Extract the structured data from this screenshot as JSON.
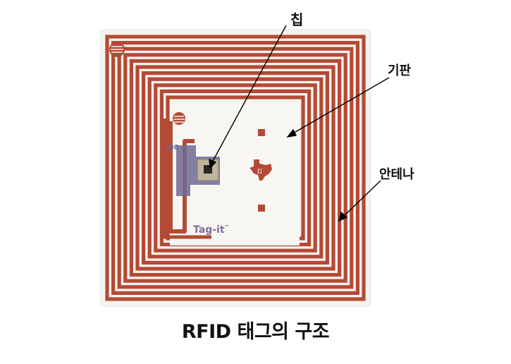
{
  "labels": {
    "chip": "칩",
    "substrate": "기판",
    "antenna": "안테나"
  },
  "tag": {
    "brand": "Tag-it",
    "trademark": "™",
    "code": "J08"
  },
  "caption": "RFID 태그의 구조",
  "colors": {
    "substrate": "#f6f3ef",
    "antenna": "#b44a35",
    "antenna_dark": "#9a3a28",
    "arrow": "#000000",
    "chip_body": "#bfb49c",
    "chip_core": "#2a2522",
    "bridge": "#6f6a94",
    "brand_text": "#7d6f9a"
  }
}
